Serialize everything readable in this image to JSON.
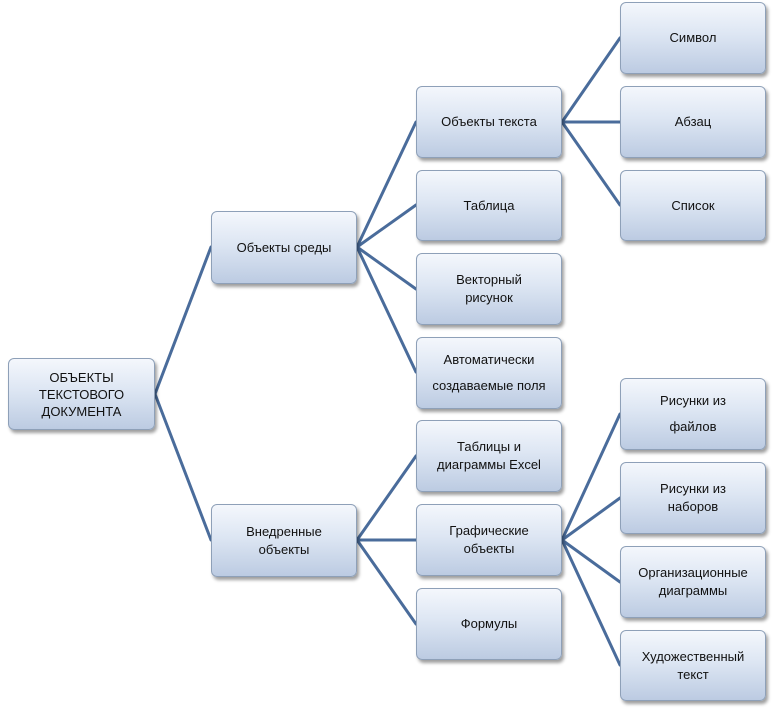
{
  "root": {
    "label": "ОБЪЕКТЫ\nТЕКСТОВОГО\nДОКУМЕНТА"
  },
  "level1": {
    "sreda": "Объекты среды",
    "vnedr": "Внедренные\nобъекты"
  },
  "level2": {
    "teksta": "Объекты текста",
    "tablica": "Таблица",
    "vektor": "Векторный\nрисунок",
    "avto": "Автоматически\nсоздаваемые поля",
    "excel": "Таблицы и\nдиаграммы Excel",
    "graf": "Графические\nобъекты",
    "formuly": "Формулы"
  },
  "level3": {
    "simvol": "Символ",
    "abzac": "Абзац",
    "spisok": "Список",
    "risfail": "Рисунки из\nфайлов",
    "risnab": "Рисунки из\nнаборов",
    "org": "Организационные\nдиаграммы",
    "hud": "Художественный\nтекст"
  },
  "colors": {
    "connector": "#4a6c9b",
    "node_top": "#f4f7fc",
    "node_bottom": "#bccbe2",
    "node_border": "#8ea0b8"
  }
}
